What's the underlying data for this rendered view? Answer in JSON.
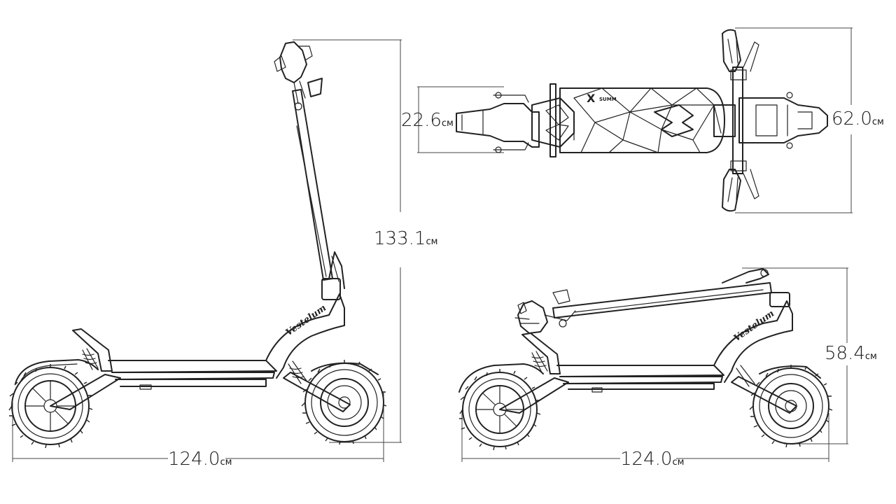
{
  "dimensions": {
    "side_height": {
      "value": "133.1",
      "unit": "см"
    },
    "side_length": {
      "value": "124.0",
      "unit": "см"
    },
    "top_deck_width": {
      "value": "22.6",
      "unit": "см"
    },
    "top_handlebar_width": {
      "value": "62.0",
      "unit": "см"
    },
    "folded_height": {
      "value": "58.4",
      "unit": "см"
    },
    "folded_length": {
      "value": "124.0",
      "unit": "см"
    }
  },
  "deck_logo": {
    "letter": "X",
    "text": "SUMM"
  },
  "stem_brand": "Vestelum",
  "colors": {
    "line": "#222222",
    "background": "#ffffff"
  }
}
